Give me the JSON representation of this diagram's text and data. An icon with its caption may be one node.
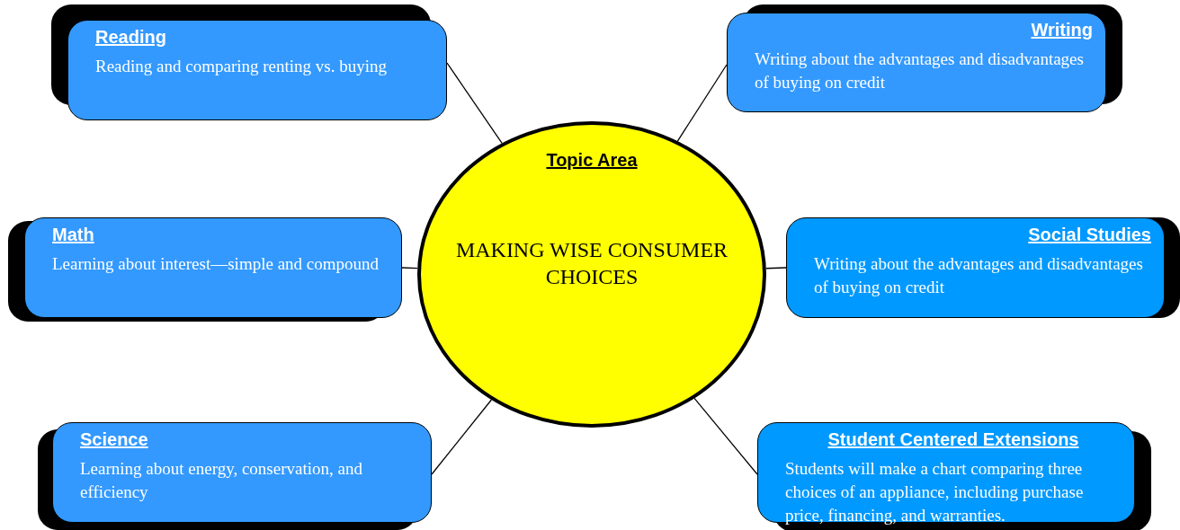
{
  "diagram": {
    "nodes": [
      {
        "text": [
          "Topic Area",
          "MAKING WISE CONSUMER CHOICES"
        ]
      },
      {
        "text": [
          "Reading",
          "Reading and comparing renting vs. buying"
        ]
      },
      {
        "text": [
          "Writing",
          "Writing about the advantages and disadvantages of buying on credit"
        ]
      },
      {
        "text": [
          "Math",
          "Learning about interest—simple and compound"
        ]
      },
      {
        "text": [
          "Social Studies",
          "Writing about the advantages and disadvantages of buying on credit"
        ]
      },
      {
        "text": [
          "Science",
          "Learning about energy, conservation, and efficiency"
        ]
      },
      {
        "text": [
          "Student Centered Extensions",
          "Students will make a chart comparing three choices of an appliance, including purchase price, financing, and warranties."
        ]
      }
    ],
    "edges": [
      {
        "from": 0,
        "to": 1,
        "arrow": "none"
      },
      {
        "from": 0,
        "to": 2,
        "arrow": "none"
      },
      {
        "from": 0,
        "to": 3,
        "arrow": "none"
      },
      {
        "from": 0,
        "to": 4,
        "arrow": "none"
      },
      {
        "from": 0,
        "to": 5,
        "arrow": "none"
      },
      {
        "from": 0,
        "to": 6,
        "arrow": "none"
      }
    ]
  }
}
